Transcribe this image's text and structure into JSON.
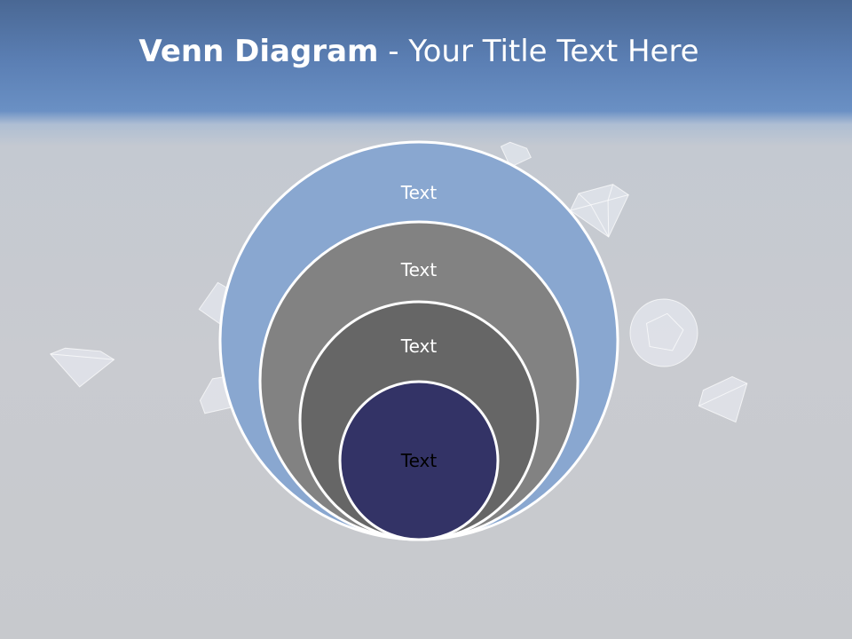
{
  "slide": {
    "title_bold": "Venn Diagram",
    "title_rest": " - Your Title Text Here"
  },
  "venn": {
    "rings": [
      {
        "label": "Text",
        "fill": "#89a7d0",
        "text_color": "#ffffff"
      },
      {
        "label": "Text",
        "fill": "#828282",
        "text_color": "#ffffff"
      },
      {
        "label": "Text",
        "fill": "#666666",
        "text_color": "#ffffff"
      },
      {
        "label": "Text",
        "fill": "#333366",
        "text_color": "#000000"
      }
    ]
  },
  "colors": {
    "header_blue": "#5b7fb4",
    "background_gray": "#c9cbd0",
    "ring_border": "#ffffff"
  }
}
